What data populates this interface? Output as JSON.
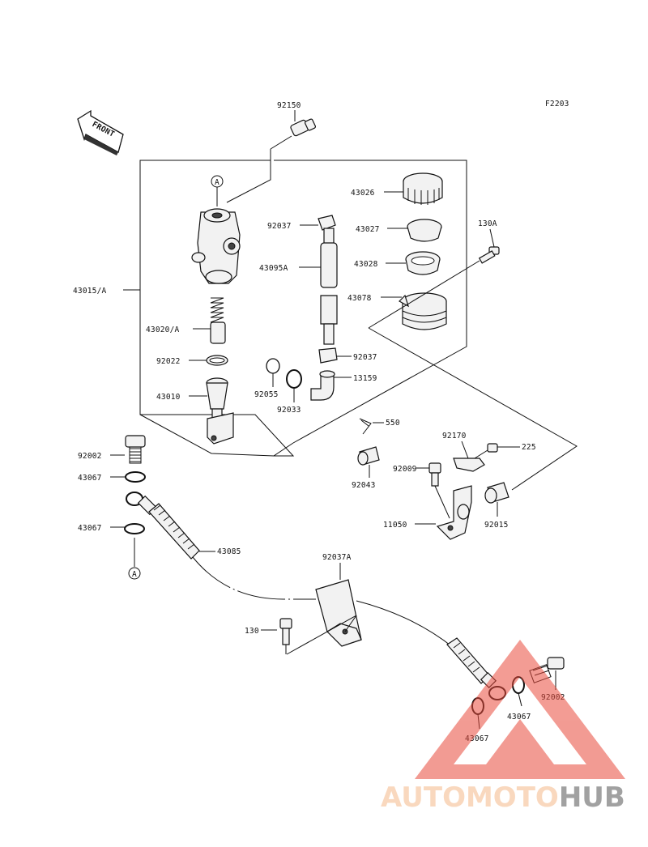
{
  "figure_code": "F2203",
  "front_label": "FRONT",
  "callout_ref": "A",
  "labels": {
    "p92150": "92150",
    "p43026": "43026",
    "p92037_top": "92037",
    "p43027": "43027",
    "p130A": "130A",
    "p43095A": "43095A",
    "p43028": "43028",
    "p43015A": "43015/A",
    "p43078": "43078",
    "p43020A": "43020/A",
    "p92022": "92022",
    "p92037_mid": "92037",
    "p13159": "13159",
    "p43010": "43010",
    "p92055": "92055",
    "p92033": "92033",
    "p550": "550",
    "p92170": "92170",
    "p225": "225",
    "p92002_left": "92002",
    "p92009": "92009",
    "p92043": "92043",
    "p43067_a": "43067",
    "p11050": "11050",
    "p92015": "92015",
    "p43067_b": "43067",
    "p43085": "43085",
    "p92037A": "92037A",
    "p130": "130",
    "p92002_right": "92002",
    "p43067_c": "43067",
    "p43067_d": "43067"
  },
  "watermark": {
    "part1": "AUTOMOTO",
    "part2": "HUB",
    "color1": "#f5b98a",
    "color2": "#555555",
    "triangle_color": "#e94a3c"
  }
}
